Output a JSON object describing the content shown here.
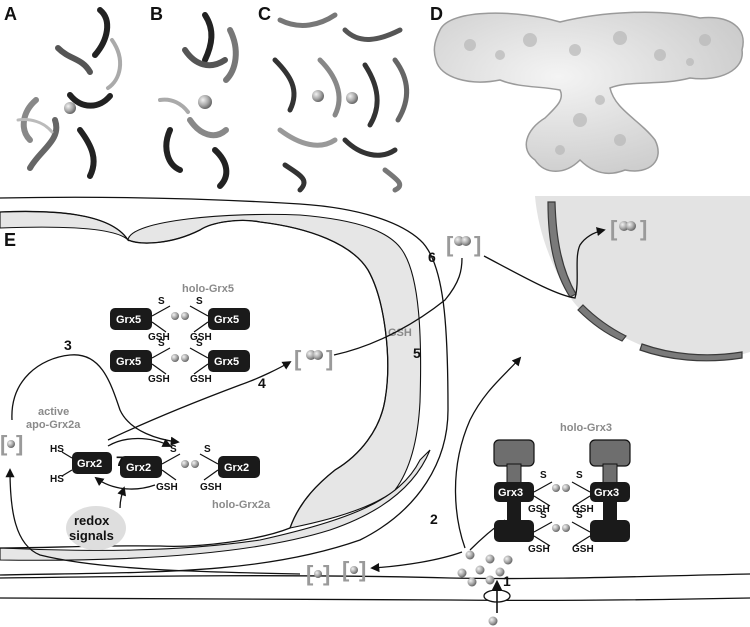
{
  "panels": {
    "a": "A",
    "b": "B",
    "c": "C",
    "d": "D",
    "e": "E"
  },
  "labels": {
    "grx5": "Grx5",
    "grx2": "Grx2",
    "grx3": "Grx3",
    "gsh": "GSH",
    "s": "S",
    "hs": "HS",
    "holo_grx5": "holo-Grx5",
    "holo_grx3": "holo-Grx3",
    "holo_grx2a": "holo-Grx2a",
    "active": "active",
    "apo_grx2a": "apo-Grx2a",
    "redox": "redox",
    "signals": "signals",
    "free_gsh": "GSH"
  },
  "steps": {
    "s1": "1",
    "s2": "2",
    "s3": "3",
    "s4": "4",
    "s5": "5",
    "s6": "6",
    "s7": "7"
  },
  "colors": {
    "box_dark": "#1a1a1a",
    "box_mid": "#6e6e6e",
    "shade": "#e6e6e6",
    "cluster_gray": "#9a9a9a",
    "line": "#111111"
  }
}
